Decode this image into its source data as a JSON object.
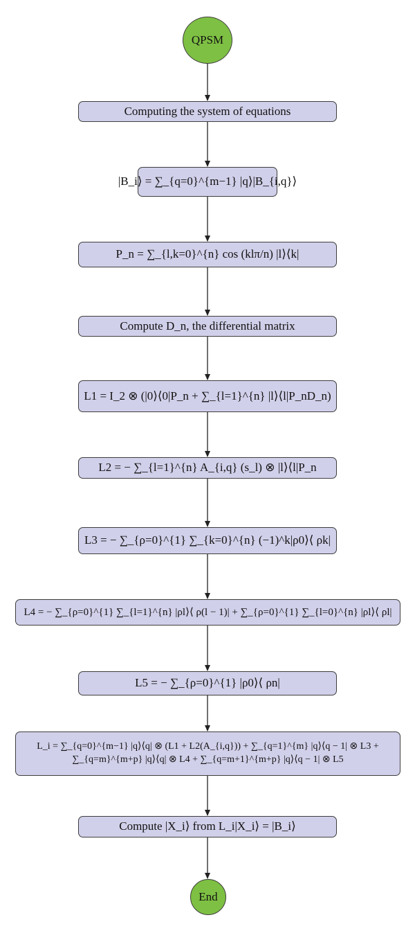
{
  "colors": {
    "start_end_fill": "#7ec043",
    "box_fill": "#d1d0ea",
    "stroke": "#3d3d3d"
  },
  "start": {
    "label": "QPSM"
  },
  "steps": [
    "Computing the system of equations",
    "|B_i⟩ = ∑_{q=0}^{m−1} |q⟩|B_{i,q}⟩",
    "P_n = ∑_{l,k=0}^{n} cos (klπ/n) |l⟩⟨k|",
    "Compute D_n, the differential matrix",
    "L1 = I_2 ⊗ (|0⟩⟨0|P_n + ∑_{l=1}^{n} |l⟩⟨l|P_nD_n)",
    "L2 = − ∑_{l=1}^{n} A_{i,q} (s_l) ⊗ |l⟩⟨l|P_n",
    "L3 = − ∑_{ρ=0}^{1} ∑_{k=0}^{n} (−1)^k|ρ0⟩⟨ ρk|",
    "L4 = − ∑_{ρ=0}^{1} ∑_{l=1}^{n} |ρl⟩⟨ ρ(l − 1)| + ∑_{ρ=0}^{1} ∑_{l=0}^{n} |ρl⟩⟨ ρl|",
    "L5 = − ∑_{ρ=0}^{1} |ρ0⟩⟨ ρn|",
    "L_i = ∑_{q=0}^{m−1} |q⟩⟨q| ⊗ (L1 + L2(A_{i,q})) + ∑_{q=1}^{m} |q⟩⟨q − 1| ⊗ L3 + ∑_{q=m}^{m+p} |q⟩⟨q| ⊗ L4 + ∑_{q=m+1}^{m+p} |q⟩⟨q − 1| ⊗ L5",
    "Compute |X_i⟩ from L_i|X_i⟩ = |B_i⟩"
  ],
  "end": {
    "label": "End"
  }
}
